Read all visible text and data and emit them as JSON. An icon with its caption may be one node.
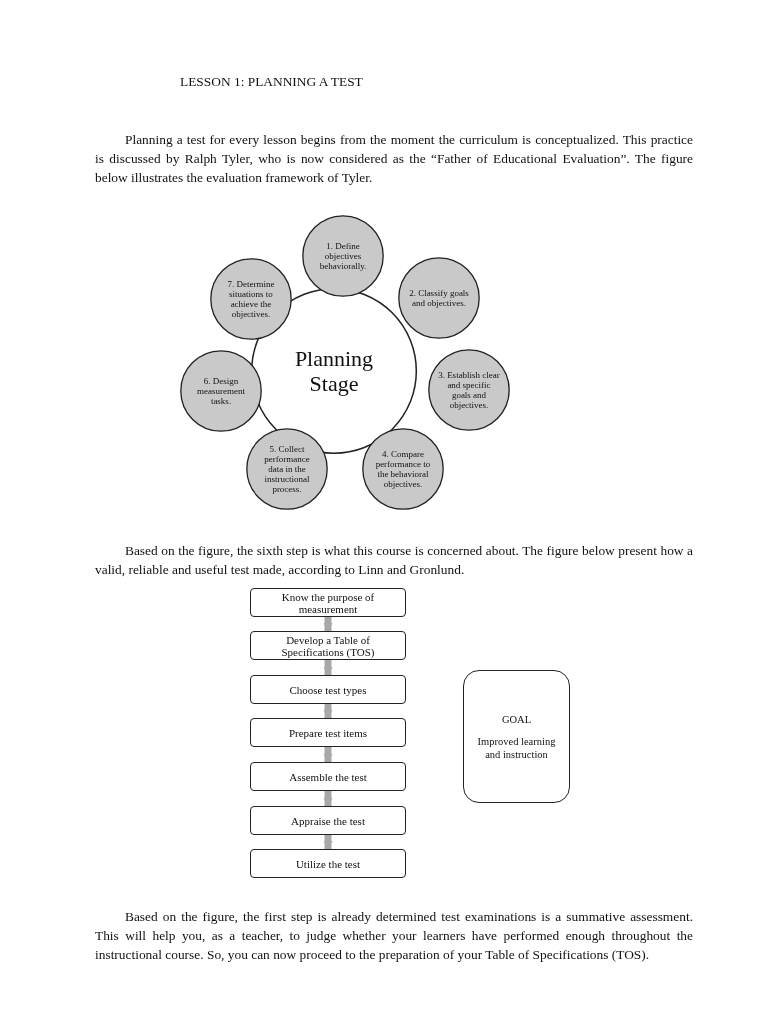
{
  "diagram": {
    "title": "LESSON 1: PLANNING A TEST",
    "nodes": [
      {
        "text": [
          "Planning Stage"
        ]
      },
      {
        "text": [
          "1. Define objectives behaviorally."
        ]
      },
      {
        "text": [
          "2. Classify goals and objectives."
        ]
      },
      {
        "text": [
          "3. Establish clear and specific goals and objectives."
        ]
      },
      {
        "text": [
          "4. Compare performance to the behavioral objectives."
        ]
      },
      {
        "text": [
          "5. Collect performance data in the instructional process."
        ]
      },
      {
        "text": [
          "6. Design measurement tasks."
        ]
      },
      {
        "text": [
          "7. Determine situations to achieve the objectives."
        ]
      },
      {
        "text": [
          "Know the purpose of measurement"
        ]
      },
      {
        "text": [
          "Develop a Table of Specifications (TOS)"
        ]
      },
      {
        "text": [
          "Choose test types"
        ]
      },
      {
        "text": [
          "Prepare test items"
        ]
      },
      {
        "text": [
          "Assemble the test"
        ]
      },
      {
        "text": [
          "Appraise the test"
        ]
      },
      {
        "text": [
          "Utilize the test"
        ]
      },
      {
        "text": [
          "GOAL",
          "Improved learning and instruction"
        ]
      }
    ],
    "edges": [
      {
        "from": 8,
        "to": 9,
        "arrow": "to"
      },
      {
        "from": 9,
        "to": 10,
        "arrow": "to"
      },
      {
        "from": 10,
        "to": 11,
        "arrow": "to"
      },
      {
        "from": 11,
        "to": 12,
        "arrow": "to"
      },
      {
        "from": 12,
        "to": 13,
        "arrow": "to"
      },
      {
        "from": 13,
        "to": 14,
        "arrow": "to"
      }
    ],
    "labels": [
      "Planning a test for every lesson begins from the moment the curriculum is conceptualized. This practice is discussed by Ralph Tyler, who is now considered as the “Father of Educational Evaluation”. The figure below illustrates the evaluation framework of Tyler.",
      "Based on the figure, the sixth step is what this course is concerned about. The figure below present how a valid, reliable and useful test made, according to Linn and Gronlund.",
      "Based on the figure, the first step is already determined test examinations is a summative assessment. This will help you, as a teacher, to judge whether your learners have performed enough throughout the instructional course. So, you can now proceed to the preparation of your Table of Specifications (TOS)."
    ]
  }
}
